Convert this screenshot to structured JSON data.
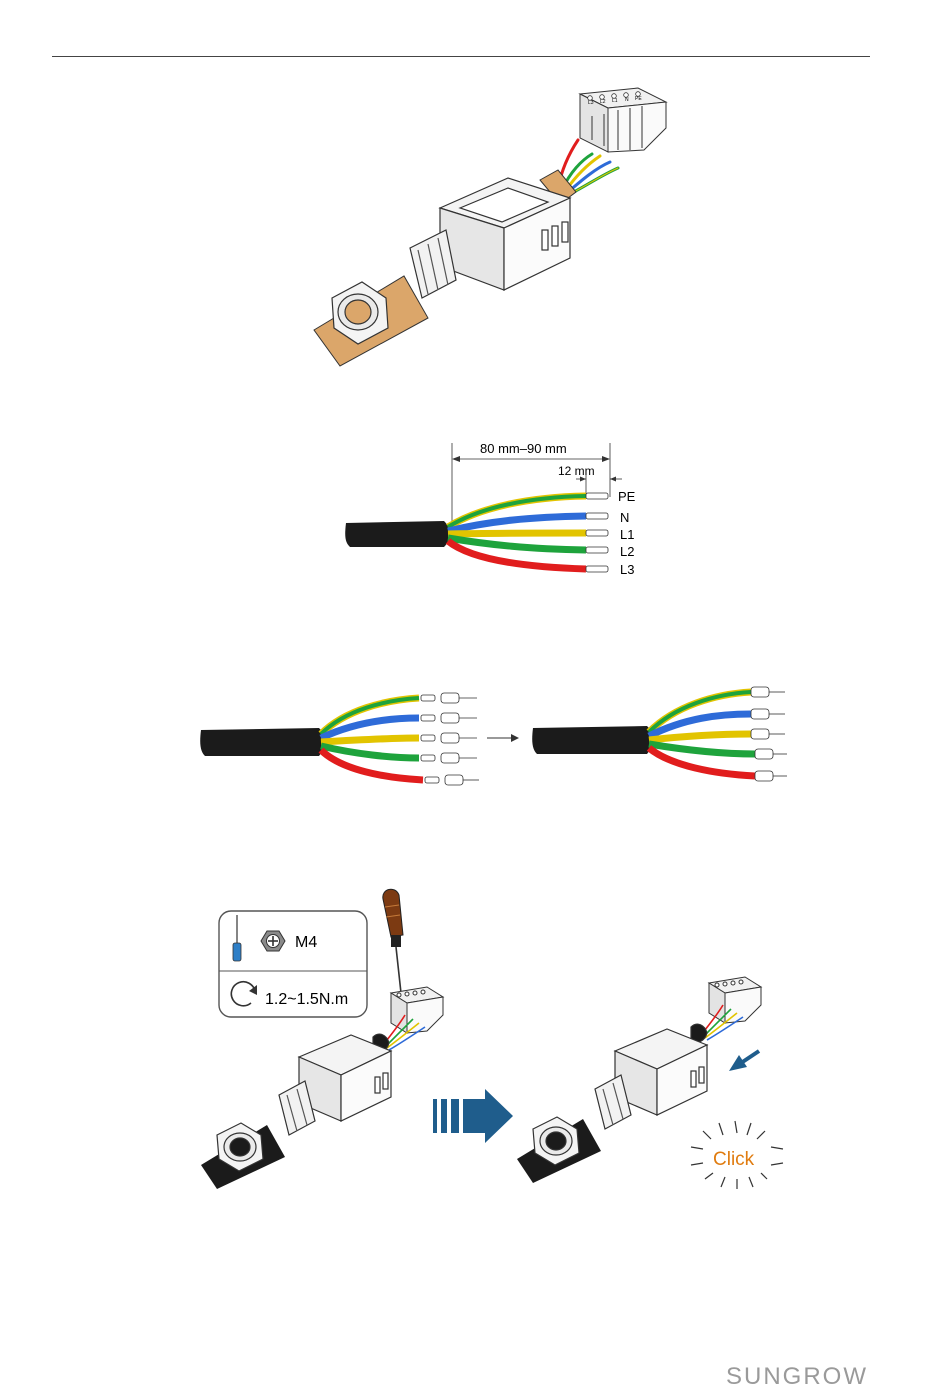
{
  "terminal_labels": [
    "L3",
    "L2",
    "L1",
    "N",
    "PE"
  ],
  "strip_diagram": {
    "total_length": "80 mm–90 mm",
    "strip_length": "12 mm",
    "wires": [
      "PE",
      "N",
      "L1",
      "L2",
      "L3"
    ]
  },
  "tool_panel": {
    "screw_size": "M4",
    "torque": "1.2~1.5N.m"
  },
  "click_label": "Click",
  "brand": "SUNGROW",
  "colors": {
    "wire_yellow": "#e2c400",
    "wire_green": "#1ea33c",
    "wire_blue": "#2e6bd8",
    "wire_red": "#e11d1d",
    "cable_black": "#1b1b1b",
    "cable_sheath_tan": "#dba66a",
    "arrow_blue": "#1f5d8c",
    "click_orange": "#e07c10",
    "handle_brown": "#7c3a12"
  }
}
